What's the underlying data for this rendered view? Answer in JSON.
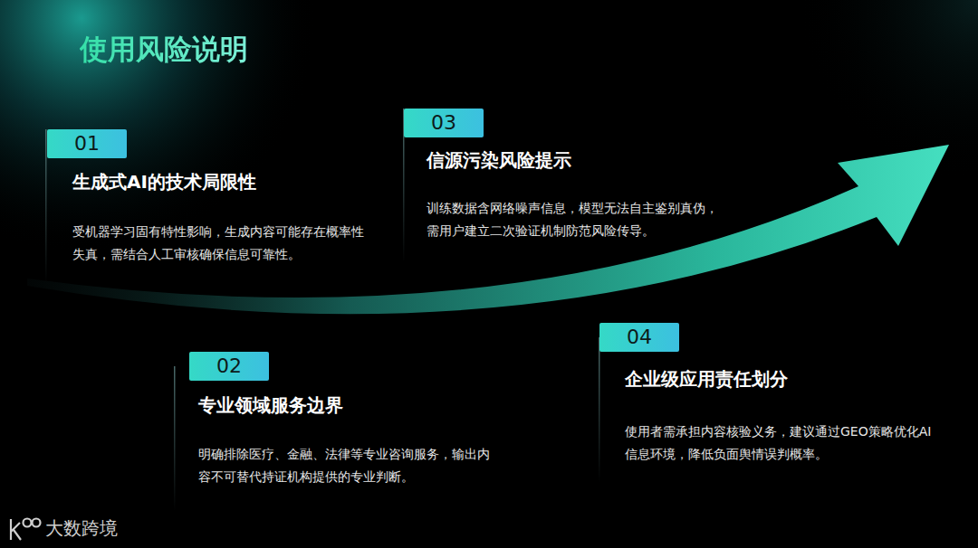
{
  "diagram": {
    "title": "使用风险说明",
    "nodes": [
      {
        "text": [
          "01",
          "生成式AI的技术局限性",
          "受机器学习固有特性影响，生成内容可能存在概率性失真，需结合人工审核确保信息可靠性。"
        ]
      },
      {
        "text": [
          "02",
          "专业领域服务边界",
          "明确排除医疗、金融、法律等专业咨询服务，输出内容不可替代持证机构提供的专业判断。"
        ]
      },
      {
        "text": [
          "03",
          "信源污染风险提示",
          "训练数据含网络噪声信息，模型无法自主鉴别真伪，需用户建立二次验证机制防范风险传导。"
        ]
      },
      {
        "text": [
          "04",
          "企业级应用责任划分",
          "使用者需承担内容核验义务，建议通过GEO策略优化AI信息环境，降低负面舆情误判概率。"
        ]
      }
    ],
    "labels": [
      "大数跨境"
    ]
  }
}
